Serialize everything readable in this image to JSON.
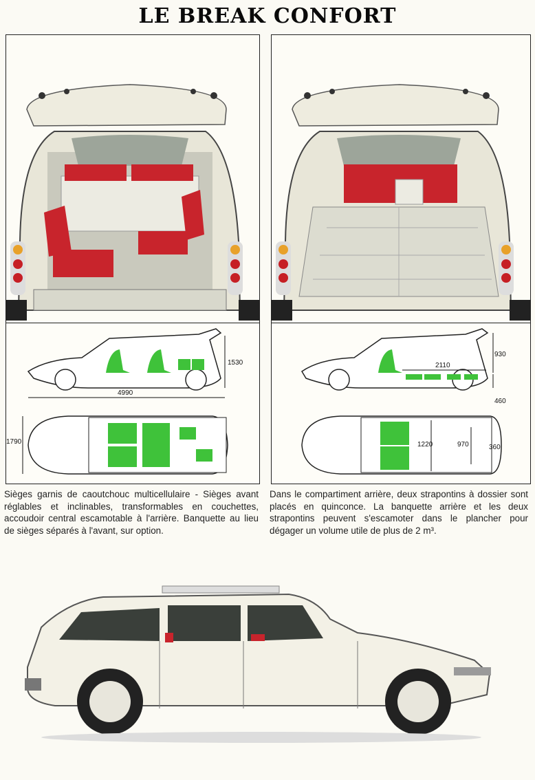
{
  "title": "LE BREAK CONFORT",
  "left_panel": {
    "dims": {
      "height": "1530",
      "length": "4990",
      "width": "1790"
    },
    "description": "Sièges garnis de caoutchouc multicellulaire - Sièges avant réglables et inclinables, transformables en couchettes, accoudoir central escamotable à l'arrière. Banquette au lieu de sièges séparés à l'avant, sur option."
  },
  "right_panel": {
    "dims": {
      "floor_length": "2110",
      "height": "930",
      "sill_height": "460",
      "width_front": "1220",
      "width_rear": "970",
      "depth": "360"
    },
    "description": "Dans le compartiment arrière, deux strapontins à dossier sont placés en quinconce. La banquette arrière et les deux strapontins peuvent s'escamoter dans le plancher pour dégager un volume utile de plus de 2 m³."
  },
  "colors": {
    "seat_red": "#c8242c",
    "seat_green": "#3fc23a",
    "body_white": "#f3f1e6"
  }
}
